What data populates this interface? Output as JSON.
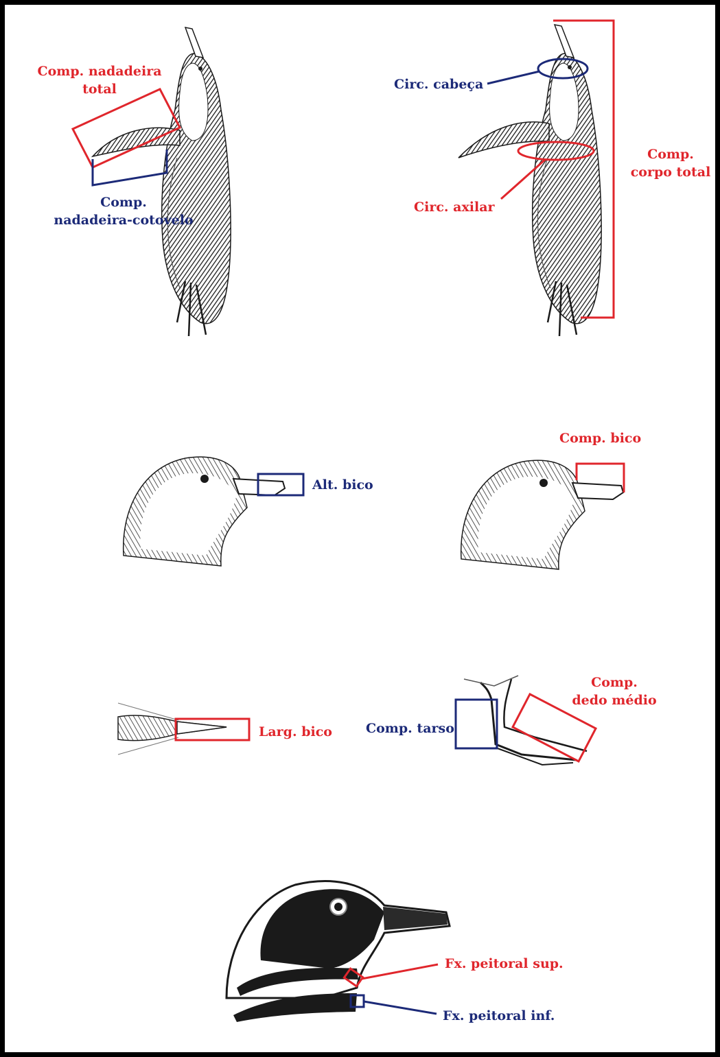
{
  "colors": {
    "red": "#e0262c",
    "blue": "#1c2a78",
    "ink": "#1a1a1a"
  },
  "labels": {
    "flipper_total": [
      "Comp. nadadeira",
      "total"
    ],
    "flipper_elbow": [
      "Comp.",
      "nadadeira-cotovelo"
    ],
    "head_circ": "Circ. cabeça",
    "axillary_circ": "Circ. axilar",
    "body_length": [
      "Comp.",
      "corpo total"
    ],
    "bill_height": "Alt. bico",
    "bill_length": "Comp. bico",
    "bill_width": "Larg. bico",
    "tarsus_length": "Comp. tarso",
    "middle_toe": [
      "Comp.",
      "dedo médio"
    ],
    "upper_band": "Fx. peitoral sup.",
    "lower_band": "Fx. peitoral inf."
  }
}
